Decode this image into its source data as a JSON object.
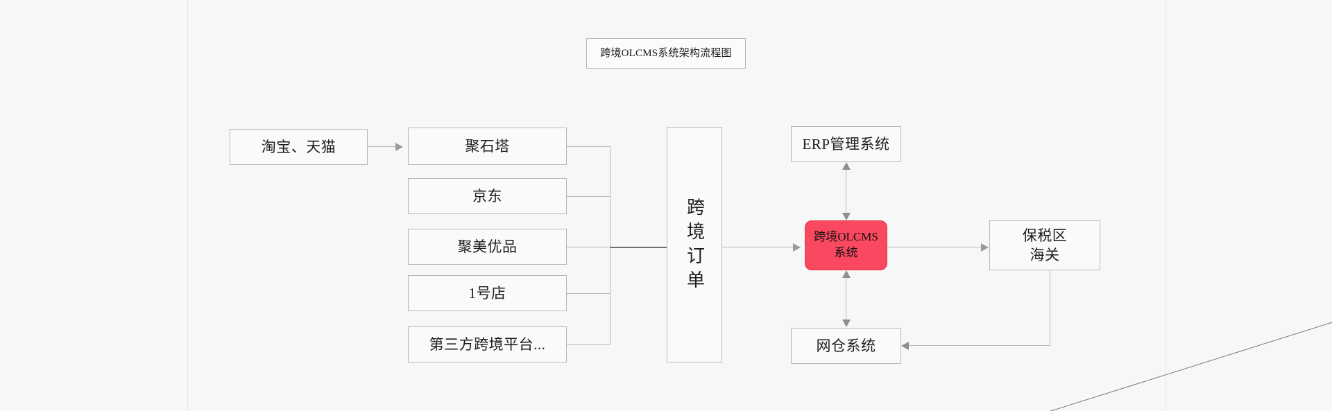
{
  "diagram": {
    "title": "跨境OLCMS系统架构流程图",
    "sources": [
      {
        "label": "淘宝、天猫"
      }
    ],
    "channels": [
      {
        "label": "聚石塔"
      },
      {
        "label": "京东"
      },
      {
        "label": "聚美优品"
      },
      {
        "label": "1号店"
      },
      {
        "label": "第三方跨境平台..."
      }
    ],
    "aggregator": {
      "label": "跨境订单"
    },
    "core": {
      "line1": "跨境OLCMS",
      "line2": "系统",
      "color": "#f9485f"
    },
    "systems": [
      {
        "label": "ERP管理系统"
      },
      {
        "label": "网仓系统"
      }
    ],
    "downstream": {
      "line1": "保税区",
      "line2": "海关"
    }
  }
}
